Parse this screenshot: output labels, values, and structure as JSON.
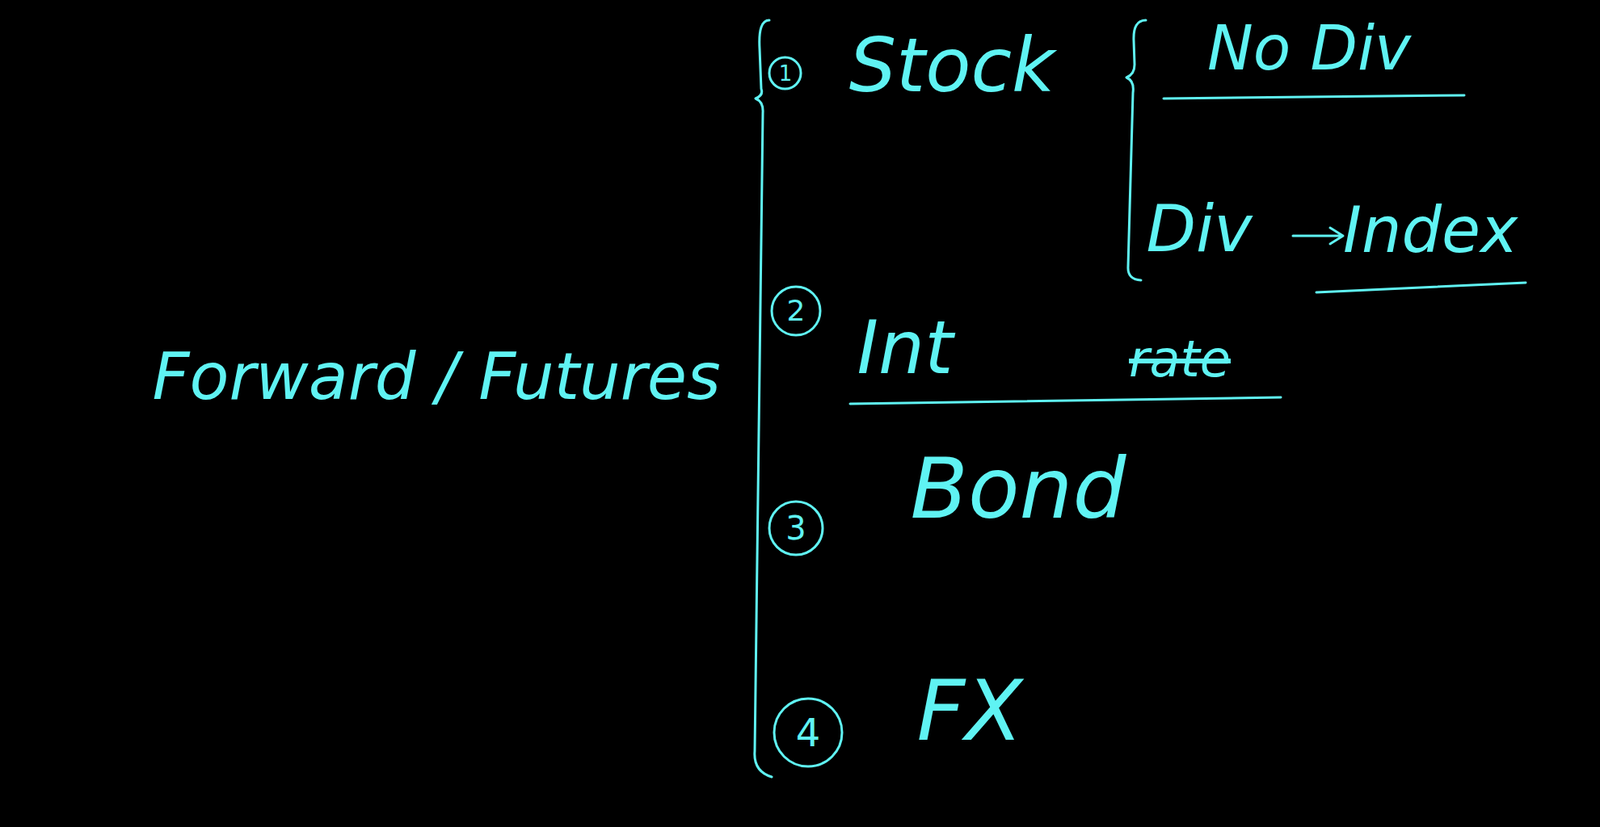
{
  "diagram": {
    "nodes": [
      {
        "text": [
          "1"
        ]
      },
      {
        "text": [
          "2"
        ]
      },
      {
        "text": [
          "3"
        ]
      },
      {
        "text": [
          "4"
        ]
      }
    ],
    "labels": [
      "Forward / Futures",
      "Stock",
      "No Div",
      "Div",
      "Index",
      "Int",
      "rate",
      "Bond",
      "FX"
    ]
  }
}
